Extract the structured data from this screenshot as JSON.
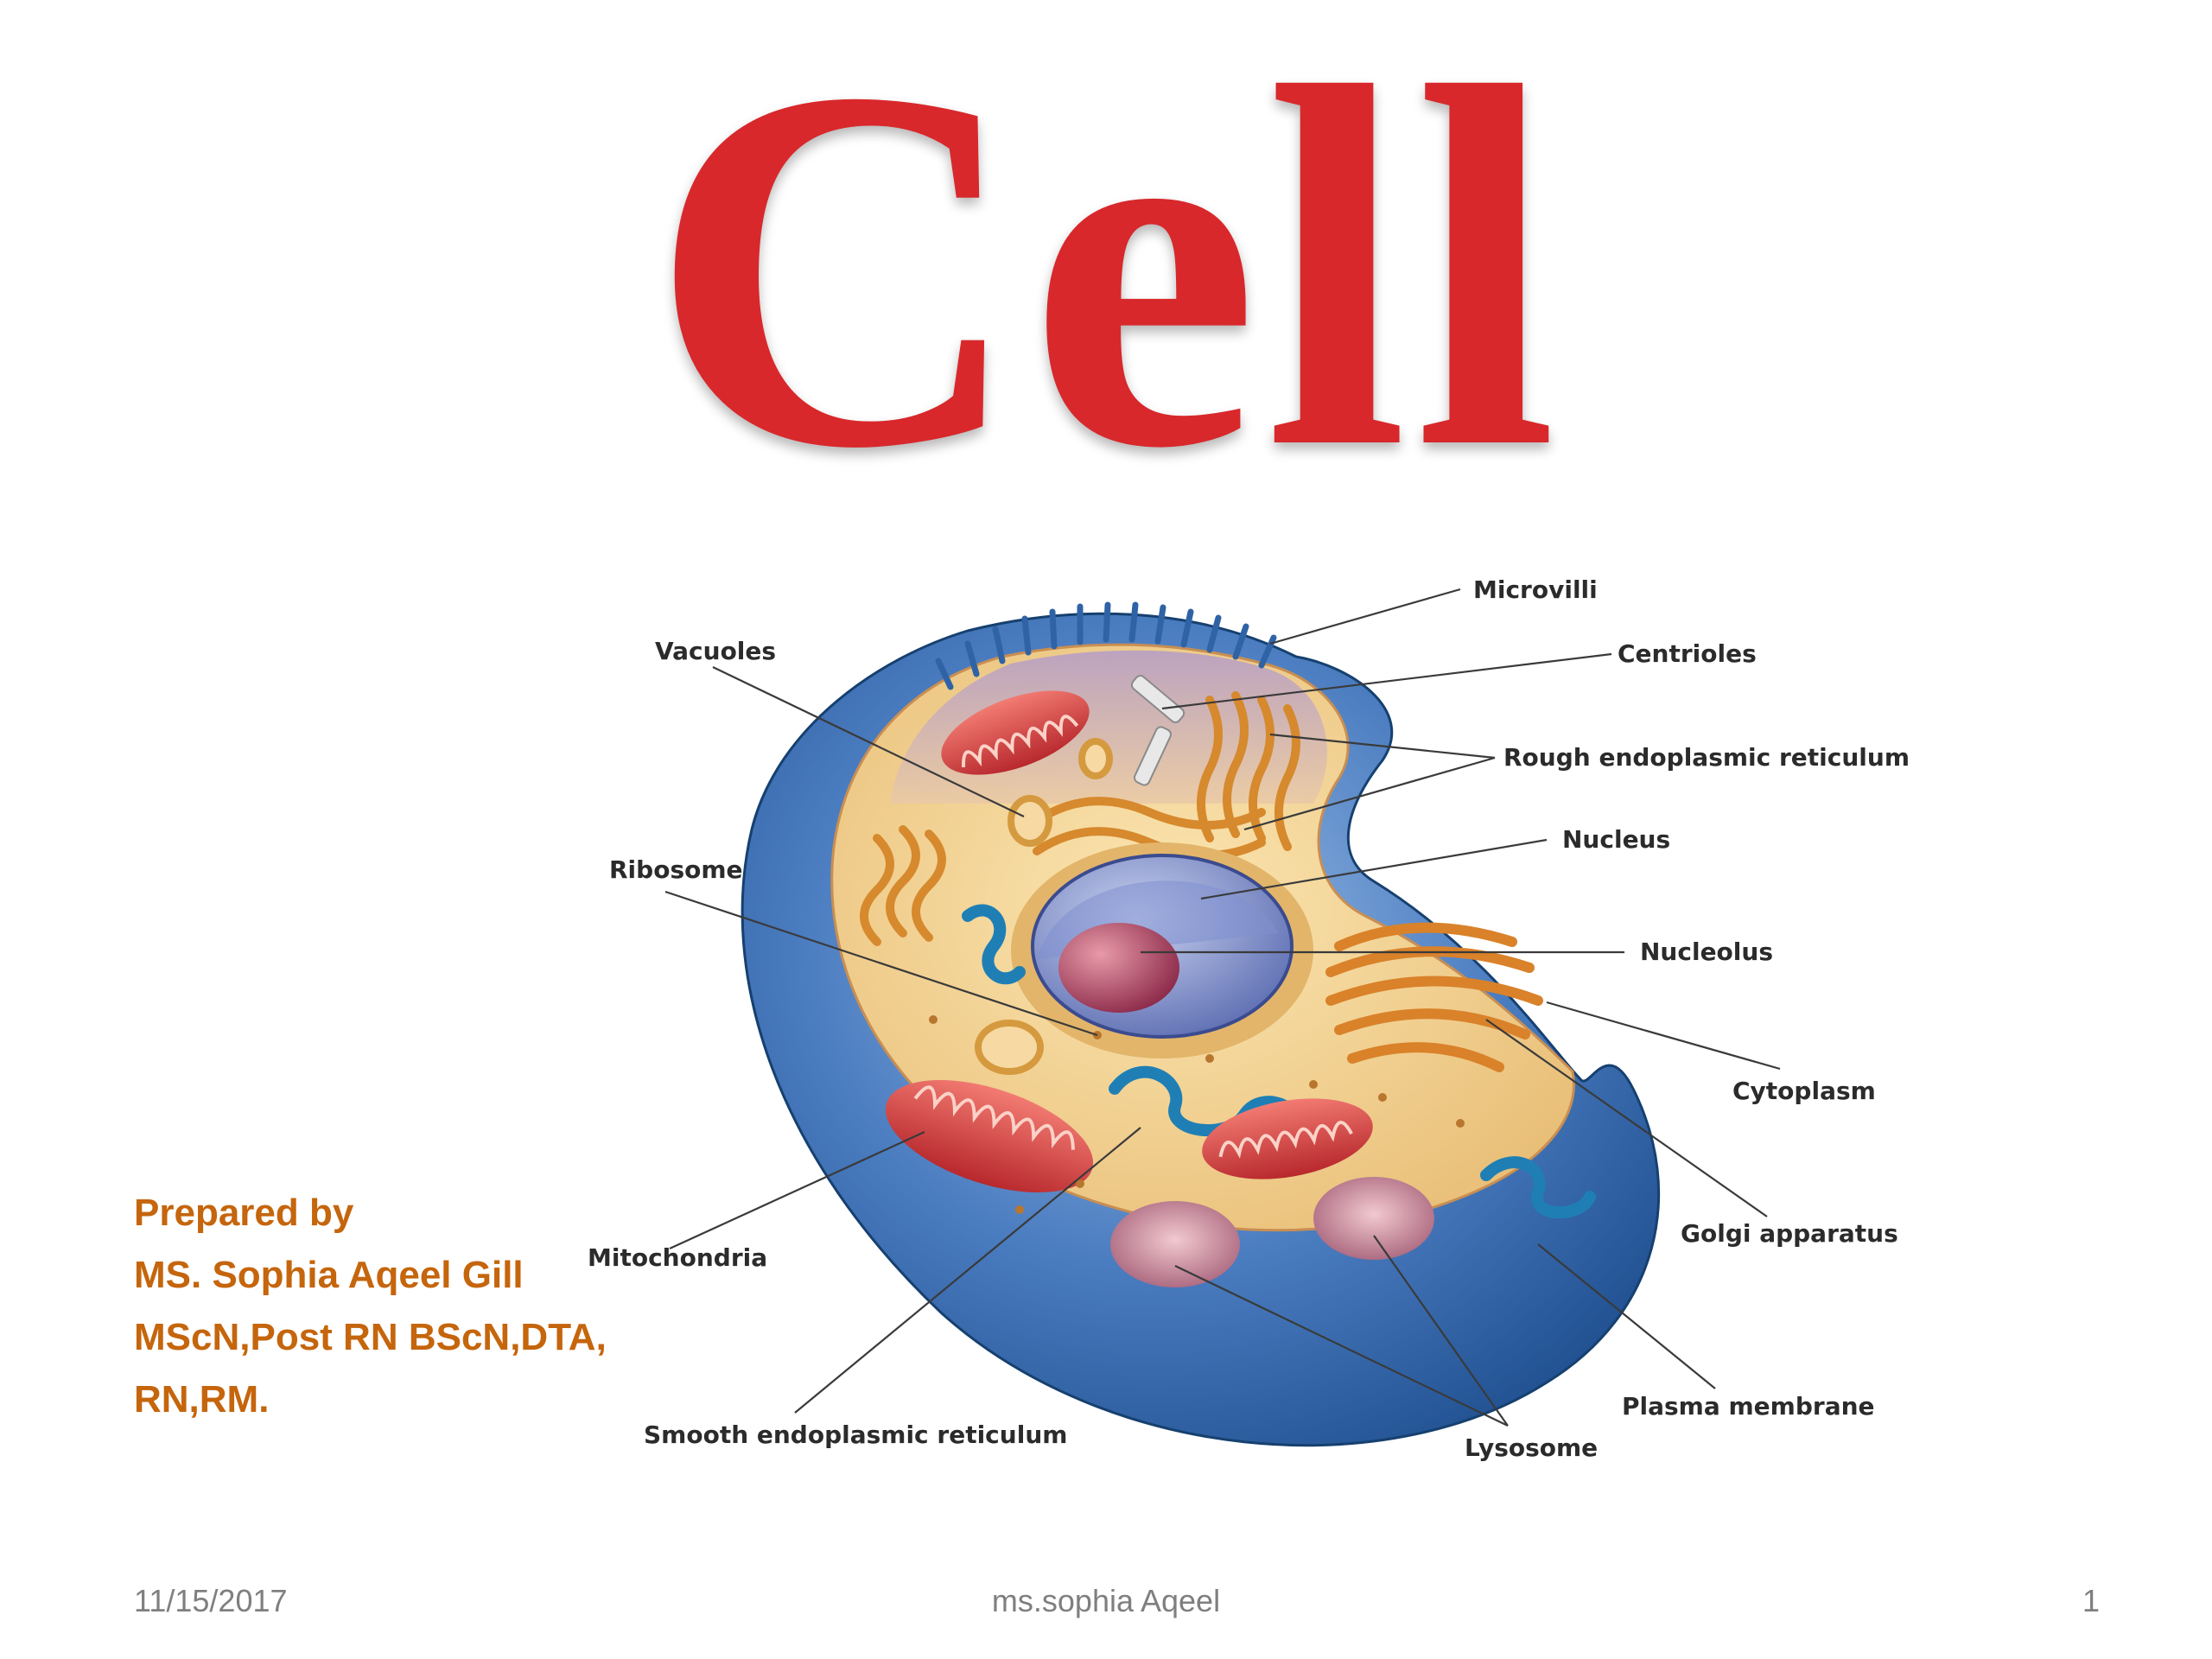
{
  "slide": {
    "title": "Cell",
    "credit_lines": [
      "Prepared by",
      "MS. Sophia Aqeel Gill",
      "MScN,Post RN BScN,DTA,",
      "RN,RM."
    ]
  },
  "diagram": {
    "labels": {
      "microvilli": "Microvilli",
      "centrioles": "Centrioles",
      "rough_er": "Rough endoplasmic reticulum",
      "nucleus": "Nucleus",
      "nucleolus": "Nucleolus",
      "cytoplasm": "Cytoplasm",
      "golgi": "Golgi apparatus",
      "plasma_membrane": "Plasma membrane",
      "lysosome": "Lysosome",
      "smooth_er": "Smooth endoplasmic reticulum",
      "mitochondria": "Mitochondria",
      "ribosome": "Ribosome",
      "vacuoles": "Vacuoles"
    }
  },
  "footer": {
    "date": "11/15/2017",
    "author": "ms.sophia Aqeel",
    "page_number": "1"
  },
  "colors": {
    "title": "#d8282b",
    "credit": "#c5650c",
    "membrane": "#3f6fb0",
    "cytoplasm": "#f1cf8a",
    "footer": "#7f7f7f"
  }
}
